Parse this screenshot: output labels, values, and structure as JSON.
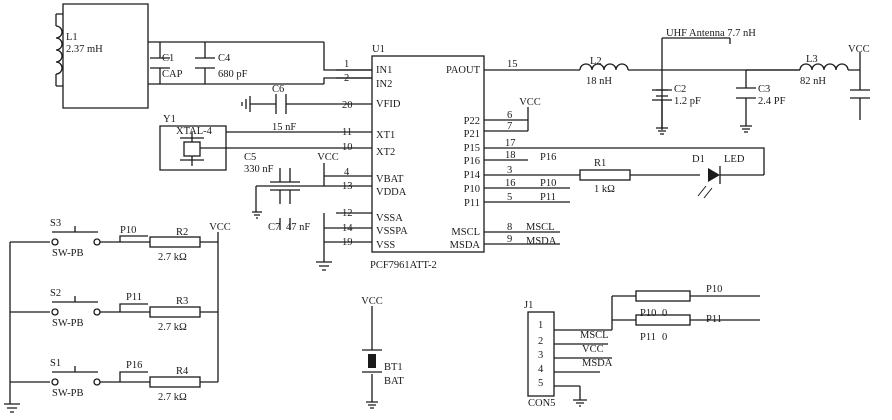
{
  "components": {
    "l1": {
      "ref": "L1",
      "value": "2.37 mH"
    },
    "c1": {
      "ref": "C1",
      "value": "CAP"
    },
    "c4": {
      "ref": "C4",
      "value": "680  pF"
    },
    "c6": {
      "ref": "C6",
      "value": "15 nF"
    },
    "y1": {
      "ref": "Y1",
      "value": "XTAL-4"
    },
    "c5": {
      "ref": "C5",
      "value": "330 nF"
    },
    "c7": {
      "ref": "C7",
      "value": "47 nF"
    },
    "l2": {
      "ref": "L2",
      "value": "18 nH"
    },
    "c2": {
      "ref": "C2",
      "value": "1.2 pF"
    },
    "c3": {
      "ref": "C3",
      "value": "2.4 PF"
    },
    "l3": {
      "ref": "L3",
      "value": "82 nH"
    },
    "r1": {
      "ref": "R1",
      "value": "1 kΩ"
    },
    "d1": {
      "ref": "D1",
      "value": "LED"
    },
    "s3": {
      "ref": "S3",
      "value": "SW-PB"
    },
    "s2": {
      "ref": "S2",
      "value": "SW-PB"
    },
    "s1": {
      "ref": "S1",
      "value": "SW-PB"
    },
    "r2": {
      "ref": "R2",
      "value": "2.7 kΩ"
    },
    "r3": {
      "ref": "R3",
      "value": "2.7 kΩ"
    },
    "r4": {
      "ref": "R4",
      "value": "2.7 kΩ"
    },
    "bt1": {
      "ref": "BT1",
      "value": "BAT"
    },
    "j1": {
      "ref": "J1",
      "value": "CON5"
    },
    "r_p10": {
      "ref": "P10",
      "value": "0"
    },
    "r_p11": {
      "ref": "P11",
      "value": "0"
    }
  },
  "ic": {
    "ref": "U1",
    "part": "PCF7961ATT-2",
    "left_pins": [
      {
        "num": "1",
        "name": "IN1"
      },
      {
        "num": "2",
        "name": "IN2"
      },
      {
        "num": "20",
        "name": "VFID"
      },
      {
        "num": "11",
        "name": "XT1"
      },
      {
        "num": "10",
        "name": "XT2"
      },
      {
        "num": "4",
        "name": "VBAT"
      },
      {
        "num": "13",
        "name": "VDDA"
      },
      {
        "num": "12",
        "name": "VSSA"
      },
      {
        "num": "14",
        "name": "VSSPA"
      },
      {
        "num": "19",
        "name": "VSS"
      }
    ],
    "right_pins": [
      {
        "num": "15",
        "name": "PAOUT"
      },
      {
        "num": "6",
        "name": "P22"
      },
      {
        "num": "7",
        "name": "P21"
      },
      {
        "num": "17",
        "name": "P15"
      },
      {
        "num": "18",
        "name": "P16"
      },
      {
        "num": "3",
        "name": "P14"
      },
      {
        "num": "16",
        "name": "P10"
      },
      {
        "num": "5",
        "name": "P11"
      },
      {
        "num": "8",
        "name": "MSCL"
      },
      {
        "num": "9",
        "name": "MSDA"
      }
    ]
  },
  "nets": {
    "vcc": "VCC",
    "p10": "P10",
    "p11": "P11",
    "p16": "P16",
    "mscl": "MSCL",
    "msda": "MSDA",
    "antenna": "UHF Antenna 7.7 nH"
  },
  "connector": {
    "pins": [
      "1",
      "2",
      "3",
      "4",
      "5"
    ],
    "nets": [
      "MSCL",
      "VCC",
      "MSDA"
    ]
  }
}
